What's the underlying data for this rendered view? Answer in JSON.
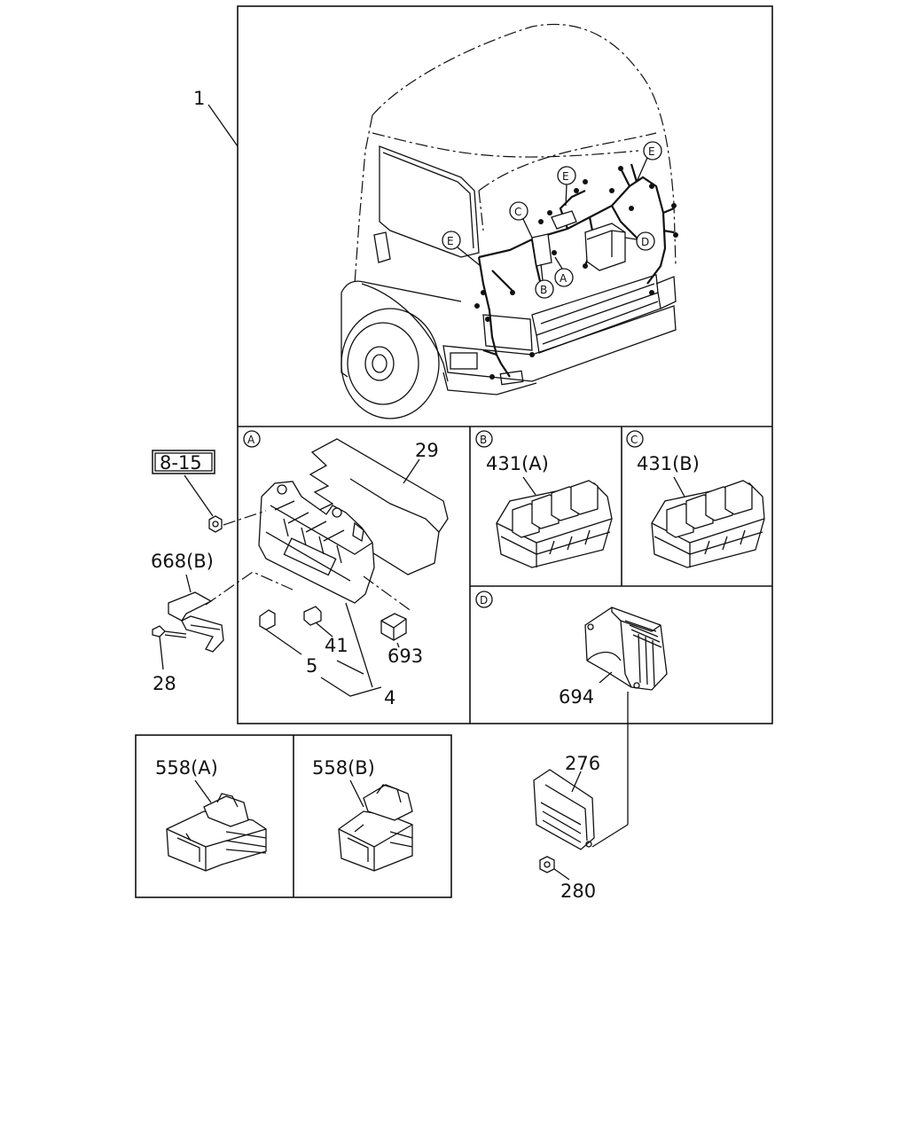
{
  "diagram": {
    "main_callout": "1",
    "ref_tag": "8-15",
    "view_circles": {
      "a": "A",
      "b": "B",
      "c": "C",
      "d": "D",
      "e": "E"
    },
    "parts": {
      "p29": "29",
      "p668b": "668(B)",
      "p28": "28",
      "p41": "41",
      "p693": "693",
      "p5": "5",
      "p4": "4",
      "p431a": "431(A)",
      "p431b": "431(B)",
      "p694": "694",
      "p276": "276",
      "p280": "280",
      "p558a": "558(A)",
      "p558b": "558(B)"
    }
  }
}
